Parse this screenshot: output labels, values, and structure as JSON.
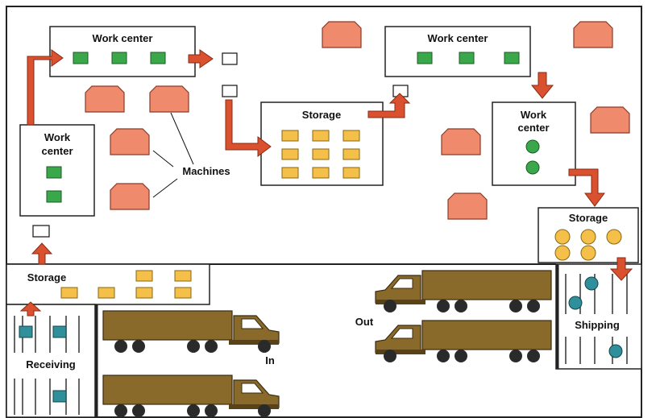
{
  "labels": {
    "work_center_top_left": "Work center",
    "work_center_top_right": "Work center",
    "work_center_left_1": "Work",
    "work_center_left_2": "center",
    "work_center_right_1": "Work",
    "work_center_right_2": "center",
    "storage_center": "Storage",
    "storage_right": "Storage",
    "storage_bottom_left": "Storage",
    "machines": "Machines",
    "receiving": "Receiving",
    "shipping": "Shipping",
    "in": "In",
    "out": "Out"
  },
  "colors": {
    "machine": "#f08a6c",
    "machine_stroke": "#8a3b28",
    "arrow": "#d9512f",
    "arrow_stroke": "#8a2a14",
    "work_item": "#3aa84a",
    "storage_item": "#f5c04a",
    "truck": "#8a6a2a",
    "wheel": "#2a2a2a",
    "conveyor_item": "#2f8f9a"
  }
}
